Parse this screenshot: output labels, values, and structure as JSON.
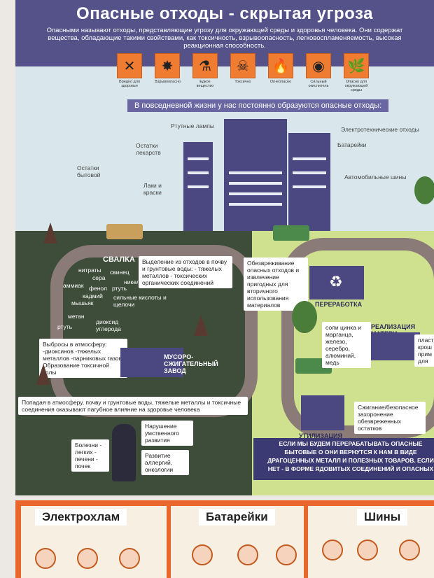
{
  "poster": {
    "title": "Опасные отходы - скрытая угроза",
    "subtitle": "Опасными называют отходы, представляющие угрозу для окружающей среды и здоровья человека. Они содержат вещества, обладающие такими свойствами, как токсичность, взрывоопасность, легковоспламеняемость, высокая реакционная способность.",
    "hazards": [
      {
        "icon": "harmful-icon",
        "symbol": "✕",
        "label": "Вредно для здоровья"
      },
      {
        "icon": "explosive-icon",
        "symbol": "✸",
        "label": "Взрывоопасно"
      },
      {
        "icon": "corrosive-icon",
        "symbol": "⚗",
        "label": "Едкое вещество"
      },
      {
        "icon": "toxic-icon",
        "symbol": "☠",
        "label": "Токсично"
      },
      {
        "icon": "flammable-icon",
        "symbol": "🔥",
        "label": "Огнеопасно"
      },
      {
        "icon": "oxidizer-icon",
        "symbol": "◉",
        "label": "Сильный окислитель"
      },
      {
        "icon": "environment-icon",
        "symbol": "🌿",
        "label": "Опасно для окружающей среды"
      }
    ],
    "daily_banner": "В повседневной жизни у нас постоянно образуются опасные отходы:",
    "city_labels": {
      "lamps": "Ртутные лампы",
      "medicine": "Остатки лекарств",
      "chemicals": "Остатки бытовой",
      "paint": "Лаки и краски",
      "electronics": "Электротехнические отходы",
      "batteries": "Батарейки",
      "tires": "Автомобильные шины"
    },
    "dump": {
      "title": "СВАЛКА",
      "substances": [
        "нитраты",
        "свинец",
        "сера",
        "аммиак",
        "фенол",
        "никель",
        "кадмий",
        "ртуть",
        "мышьяк",
        "сильные кислоты и щелочи",
        "метан",
        "ртуть",
        "диоксид углерода"
      ],
      "soil_box": "Выделение из отходов в почву и грунтовые воды: - тяжелых металлов - токсических органических соединений",
      "air_box": "Выбросы в атмосферу: -диоксинов -тяжелых металлов -парниковых газов Образование токсичной золы",
      "incinerator": "МУСОРО-СЖИГАТЕЛЬНЫЙ ЗАВОД",
      "health_banner": "Попадая в атмосферу, почву и грунтовые воды, тяжелые металлы и токсичные соединения оказывают пагубное влияние на здоровье человека",
      "diseases": "Болезни - легких - печени - почек",
      "mental": "Нарушение умственного развития",
      "allergy": "Развитие аллергий, онкологии"
    },
    "recycle": {
      "neutral_box": "Обезвреживание опасных отходов и извлечение пригодных для вторичного использования материалов",
      "processing": "ПЕРЕРАБОТКА",
      "sale": "РЕАЛИЗАЦИЯ МАТЕРИ",
      "metals_box": "соли цинка и марганца, железо, серебро, алюминий, медь",
      "side_box": "пласт крош прим для",
      "utilization": "УТИЛИЗАЦИЯ",
      "burn_box": "Сжигание/безопасное захоронение обезвреженных остатков",
      "final_text": "ЕСЛИ МЫ БУДЕМ ПЕРЕРАБАТЫВАТЬ ОПАСНЫЕ БЫТОВЫЕ О ОНИ ВЕРНУТСЯ К НАМ В ВИДЕ ДРАГОЦЕННЫХ МЕТАЛЛ И ПОЛЕЗНЫХ ТОВАРОВ. ЕСЛИ НЕТ - В ФОРМЕ ЯДОВИТЫХ СОЕДИНЕНИЙ И ОПАСНЫХ"
    }
  },
  "strip": {
    "panels": [
      "Электрохлам",
      "Батарейки",
      "Шины"
    ]
  },
  "colors": {
    "header": "#55528a",
    "hazard": "#f07c32",
    "dump_ground": "#3e4c3a",
    "recycle_ground": "#cfe08e",
    "strip": "#e9672a"
  }
}
